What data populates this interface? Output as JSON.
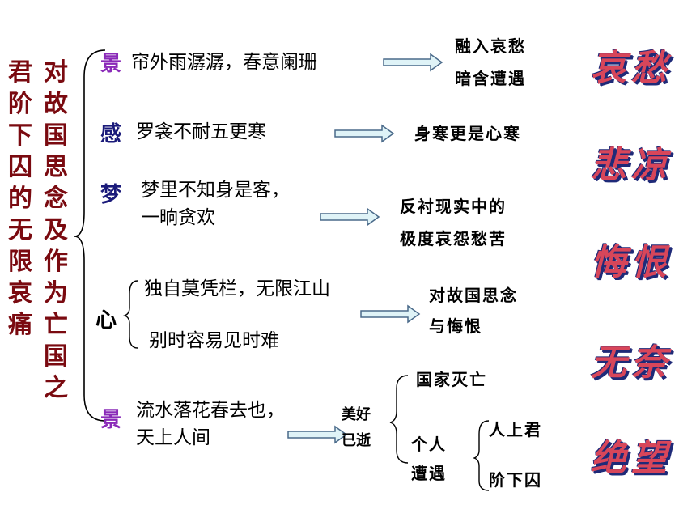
{
  "left_column_outer": [
    "君",
    "阶",
    "下",
    "囚",
    "的",
    "无",
    "限",
    "哀",
    "痛"
  ],
  "left_column_inner": [
    "对",
    "故",
    "国",
    "思",
    "念",
    "及",
    "作",
    "为",
    "亡",
    "国",
    "之"
  ],
  "rows": {
    "r1": {
      "key": "景",
      "text": "帘外雨潺潺，春意阑珊",
      "result_line1": "融入哀愁",
      "result_line2": "暗含遭遇"
    },
    "r2": {
      "key": "感",
      "text": "罗衾不耐五更寒",
      "result_line1": "身寒更是心寒"
    },
    "r3": {
      "key": "梦",
      "text_line1": "梦里不知身是客，",
      "text_line2": "一晌贪欢",
      "result_line1": "反衬现实中的",
      "result_line2": "极度哀怨愁苦"
    },
    "r4": {
      "key": "心",
      "text_line1": "独自莫凭栏，无限江山",
      "text_line2": "别时容易见时难",
      "result_line1": "对故国思念",
      "result_line2": "与悔恨"
    },
    "r5": {
      "key": "景",
      "text_line1": "流水落花春去也，",
      "text_line2": "天上人间",
      "mid_line1": "美好",
      "mid_line2": "已逝",
      "branch_top": "国家灭亡",
      "branch_bottom_line1": "个人",
      "branch_bottom_line2": "遭遇",
      "sub_top": "人上君",
      "sub_bottom": "阶下囚"
    }
  },
  "emotions": [
    "哀愁",
    "悲凉",
    "悔恨",
    "无奈",
    "绝望"
  ],
  "colors": {
    "accent_purple": "#8a2ab8",
    "title_red": "#7a0a10",
    "emotion_pink": "#d8465a",
    "emotion_shadow": "#1f2a78"
  }
}
